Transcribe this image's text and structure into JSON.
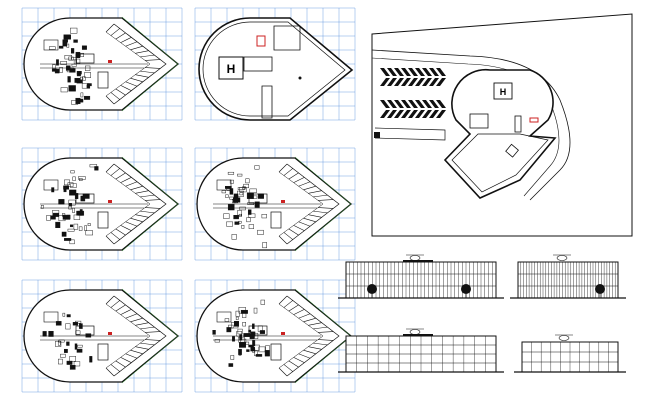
{
  "sheet": {
    "colors": {
      "grid": "#3a7bd5",
      "line": "#111111",
      "red": "#cc2222",
      "green": "#2e8b2e",
      "paper": "#ffffff"
    }
  },
  "plans": [
    {
      "id": "plan-1",
      "shape": "semicircle-left",
      "detail": "dense"
    },
    {
      "id": "plan-roof",
      "shape": "roof",
      "helipad_label": "H"
    },
    {
      "id": "plan-2",
      "shape": "semicircle-left",
      "detail": "dense"
    },
    {
      "id": "plan-3",
      "shape": "semicircle-left",
      "detail": "dense"
    },
    {
      "id": "plan-4",
      "shape": "semicircle-left",
      "detail": "medium"
    },
    {
      "id": "plan-5",
      "shape": "semicircle-left",
      "detail": "dense"
    }
  ],
  "site_plan": {
    "helipad_label": "H"
  },
  "elevations": [
    {
      "id": "elevation-front"
    },
    {
      "id": "elevation-side"
    },
    {
      "id": "section-long"
    },
    {
      "id": "section-short"
    }
  ]
}
